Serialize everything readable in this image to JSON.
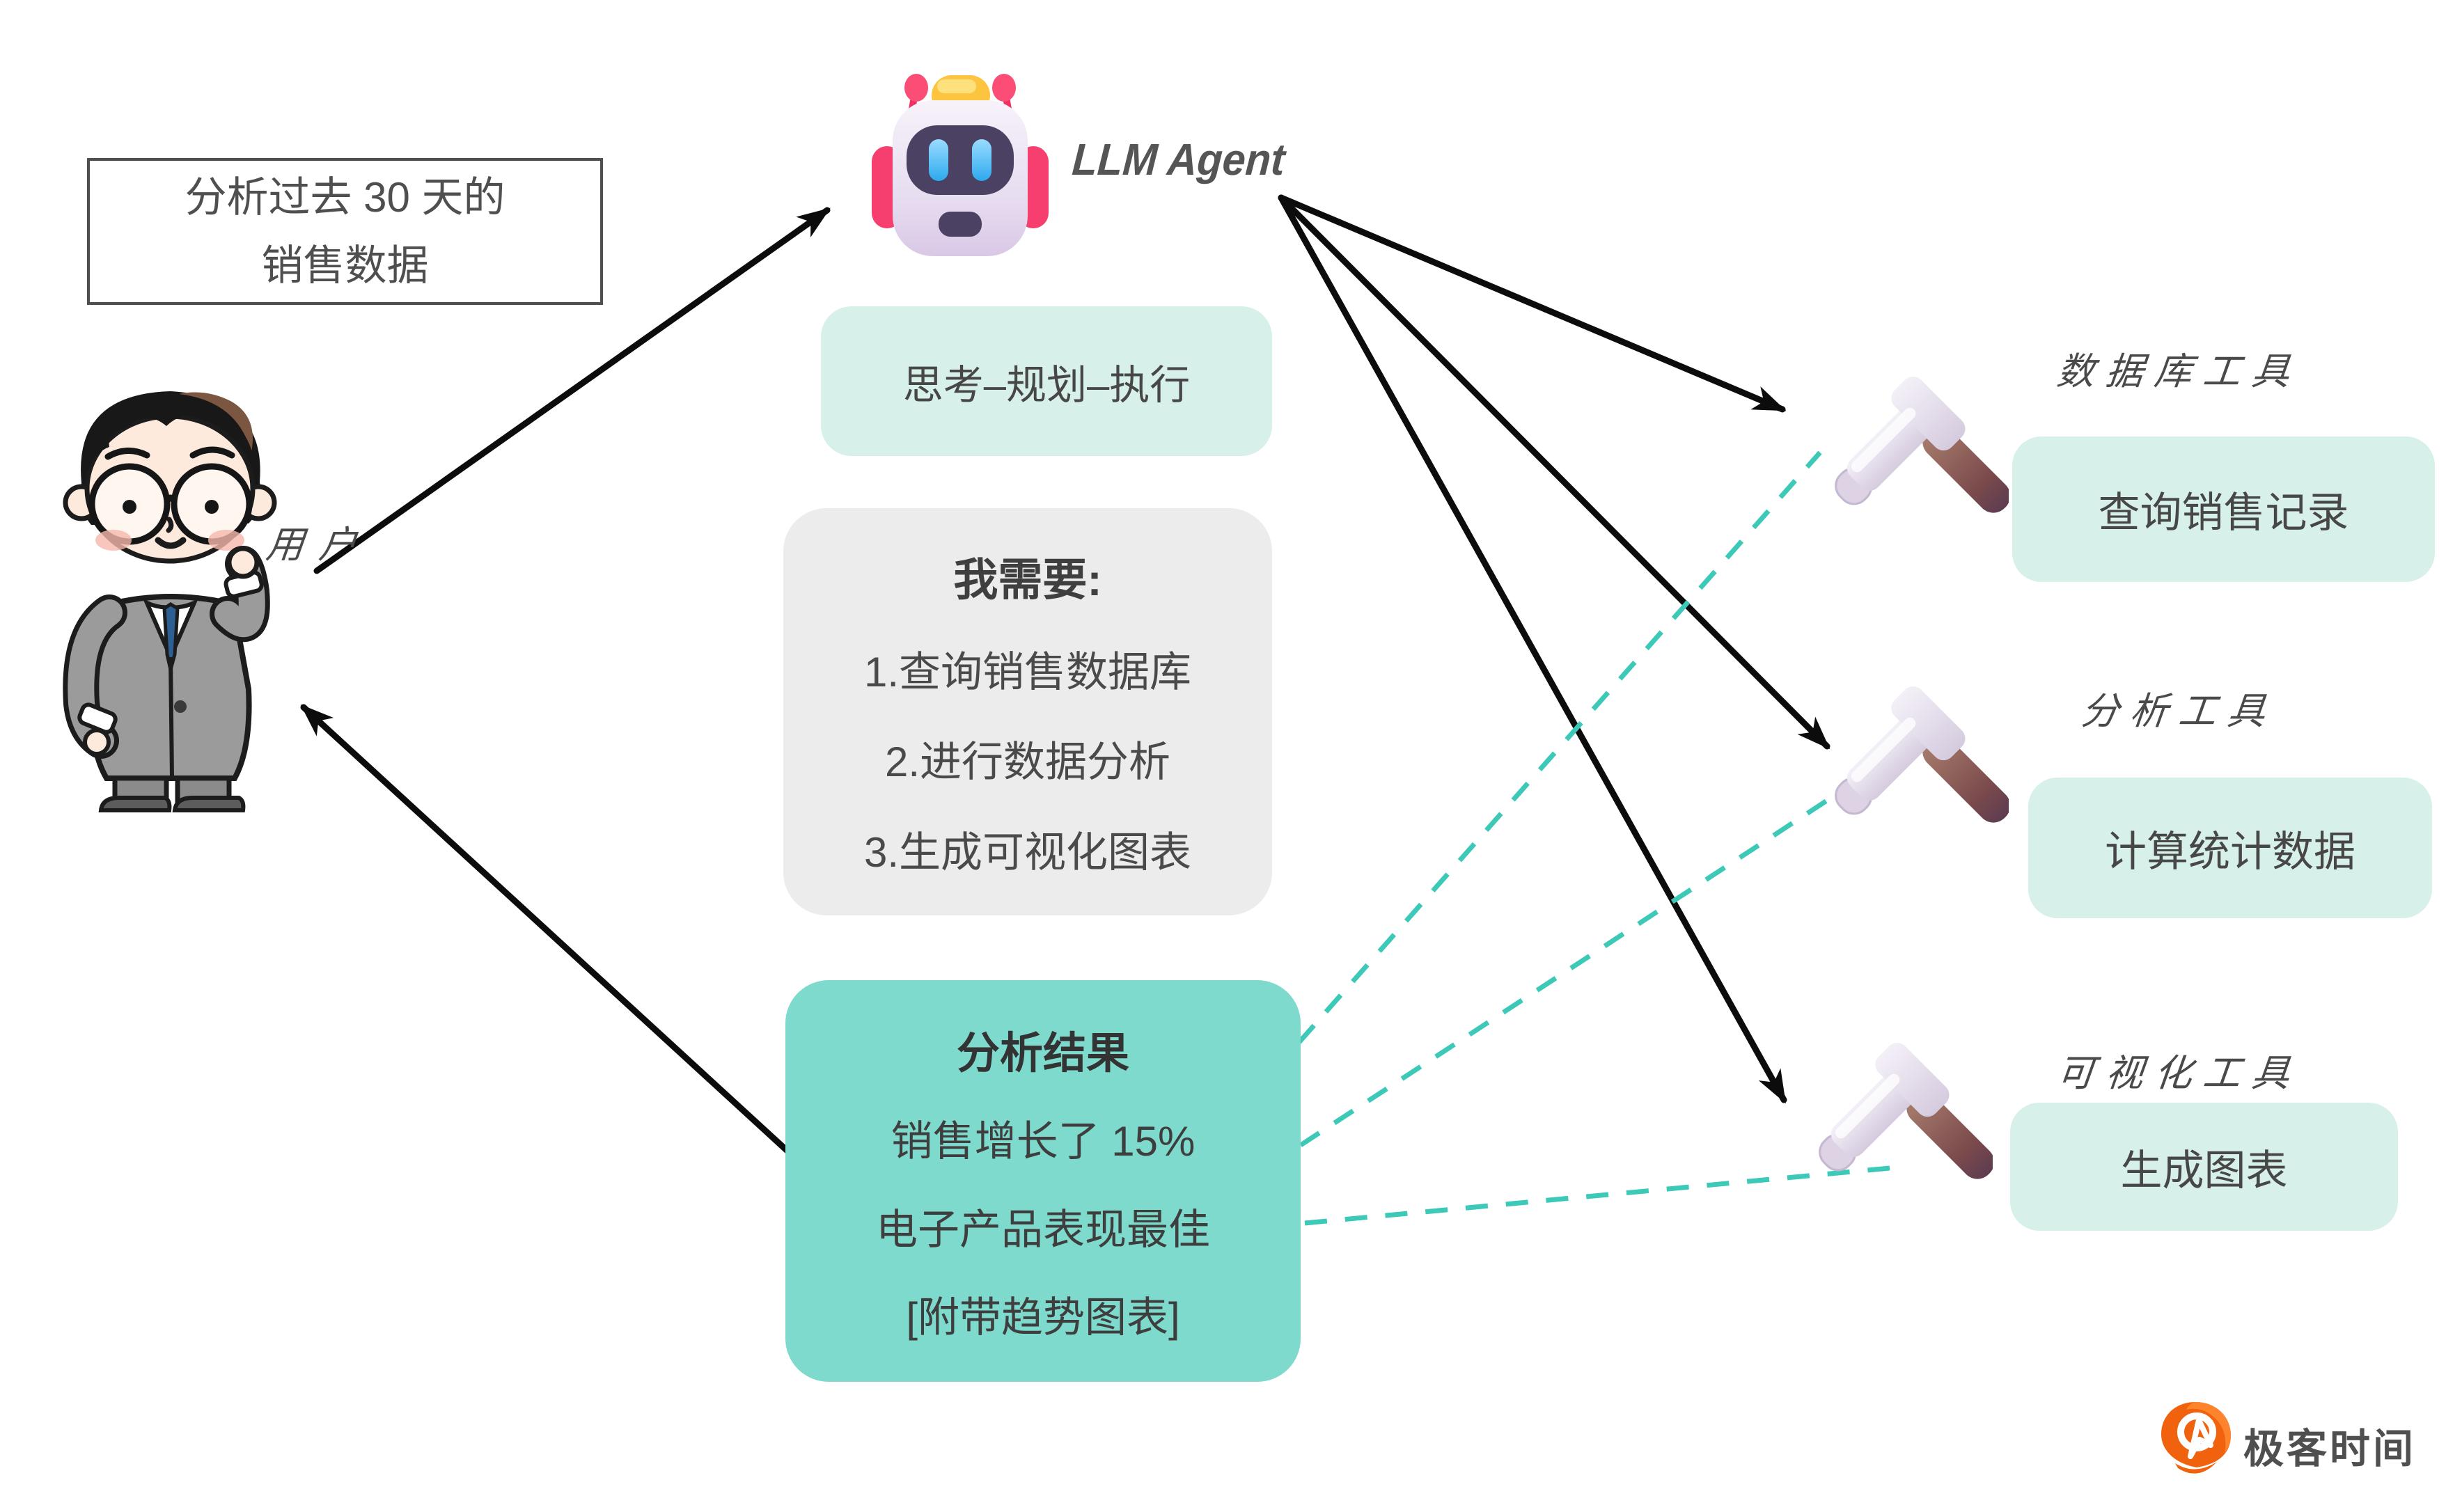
{
  "user_request": {
    "line1": "分析过去 30 天的",
    "line2": "销售数据"
  },
  "user": {
    "label": "用户"
  },
  "agent": {
    "label": "LLM Agent",
    "loop_box": "思考–规划–执行"
  },
  "plan": {
    "title": "我需要:",
    "steps": [
      "1.查询销售数据库",
      "2.进行数据分析",
      "3.生成可视化图表"
    ]
  },
  "result": {
    "title": "分析结果",
    "lines": [
      "销售增长了 15%",
      "电子产品表现最佳",
      "[附带趋势图表]"
    ]
  },
  "tools": [
    {
      "name": "数据库工具",
      "action": "查询销售记录"
    },
    {
      "name": "分析工具",
      "action": "计算统计数据"
    },
    {
      "name": "可视化工具",
      "action": "生成图表"
    }
  ],
  "brand": {
    "name": "极客时间"
  },
  "icons": {
    "agent": "robot-icon",
    "tool": "hammer-icon",
    "user": "user-cartoon",
    "brand": "geektime-logo-mark"
  },
  "colors": {
    "result_teal": "#7edacc",
    "mint": "#d8f0ea",
    "panel_gray": "#ececec",
    "dash_teal": "#3cc9b7",
    "text_gray": "#4a4a4a",
    "brand_orange": "#f0620d",
    "arrow_black": "#0c0c0c"
  }
}
